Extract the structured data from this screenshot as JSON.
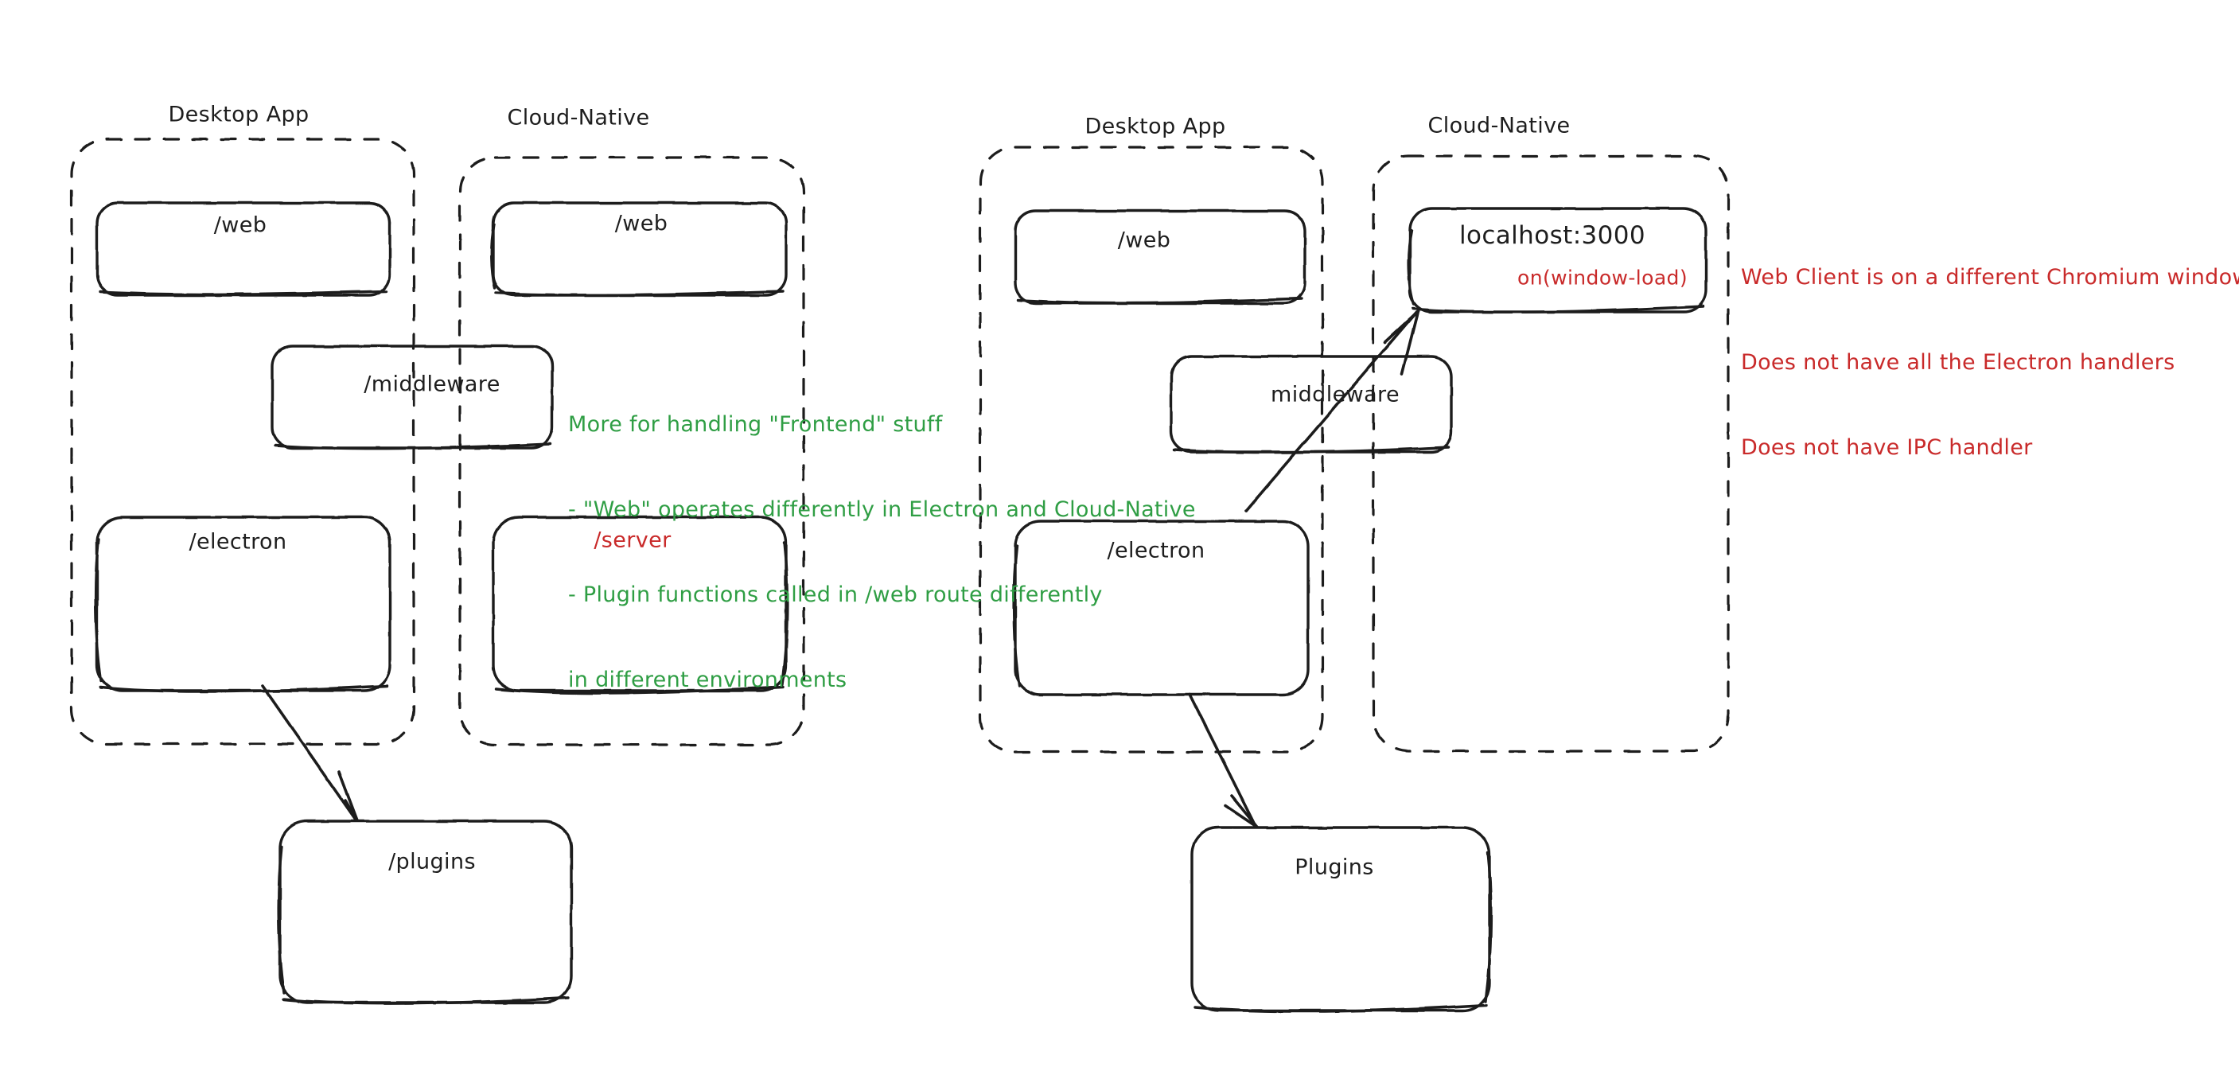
{
  "diagram": {
    "style": "hand-drawn sketch (excalidraw)",
    "background": "#ffffff",
    "colors": {
      "stroke": "#1e1e1e",
      "green_note": "#2f9e44",
      "red_note": "#c92a2a"
    },
    "panels": [
      {
        "id": "left-panel",
        "groups": [
          {
            "id": "left-desktop-app",
            "title": "Desktop App",
            "nodes": [
              {
                "id": "left-desktop-web",
                "label": "/web",
                "color": "#1e1e1e"
              },
              {
                "id": "left-desktop-electron",
                "label": "/electron",
                "color": "#1e1e1e"
              }
            ]
          },
          {
            "id": "left-cloud-native",
            "title": "Cloud-Native",
            "nodes": [
              {
                "id": "left-cloud-web",
                "label": "/web",
                "color": "#1e1e1e"
              },
              {
                "id": "left-cloud-server",
                "label": "/server",
                "color": "#c92a2a"
              }
            ]
          }
        ],
        "spanning_nodes": [
          {
            "id": "left-middleware",
            "label": "/middleware",
            "color": "#1e1e1e"
          }
        ],
        "external_nodes": [
          {
            "id": "left-plugins",
            "label": "/plugins",
            "color": "#1e1e1e"
          }
        ],
        "arrows": [
          {
            "id": "arrow-electron-to-plugins",
            "from": "left-desktop-electron",
            "to": "left-plugins"
          }
        ]
      },
      {
        "id": "right-panel",
        "groups": [
          {
            "id": "right-desktop-app",
            "title": "Desktop App",
            "nodes": [
              {
                "id": "right-desktop-web",
                "label": "/web",
                "color": "#1e1e1e"
              },
              {
                "id": "right-desktop-electron",
                "label": "/electron",
                "color": "#1e1e1e"
              }
            ]
          },
          {
            "id": "right-cloud-native",
            "title": "Cloud-Native",
            "nodes": [
              {
                "id": "right-cloud-localhost",
                "label": "localhost:3000",
                "sublabel": "on(window-load)",
                "color": "#1e1e1e",
                "sublabel_color": "#c92a2a"
              }
            ]
          }
        ],
        "spanning_nodes": [
          {
            "id": "right-middleware",
            "label": "middleware",
            "color": "#1e1e1e"
          }
        ],
        "external_nodes": [
          {
            "id": "right-plugins",
            "label": "Plugins",
            "color": "#1e1e1e"
          }
        ],
        "arrows": [
          {
            "id": "arrow-electron-to-localhost",
            "from": "right-desktop-electron",
            "to": "right-cloud-localhost"
          },
          {
            "id": "arrow-electron-to-plugins-right",
            "from": "right-desktop-electron",
            "to": "right-plugins"
          }
        ]
      }
    ],
    "notes": [
      {
        "id": "green-note",
        "color": "#2f9e44",
        "lines": [
          "More for handling \"Frontend\" stuff",
          "- \"Web\" operates differently in Electron and Cloud-Native",
          "- Plugin functions called in /web route differently",
          "in different environments"
        ]
      },
      {
        "id": "red-note",
        "color": "#c92a2a",
        "lines": [
          "Web Client is on a different Chromium window",
          "Does not have all the Electron handlers",
          "Does not have IPC handler"
        ]
      }
    ]
  }
}
